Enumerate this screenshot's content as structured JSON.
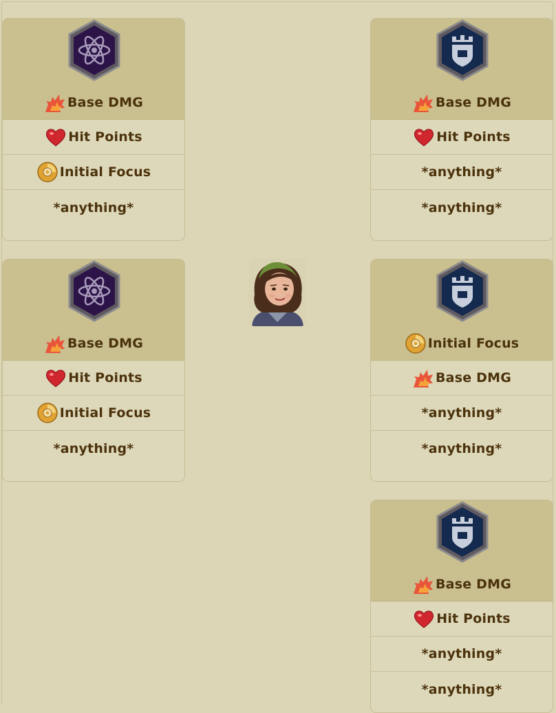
{
  "stats": {
    "base_dmg": "Base DMG",
    "hit_points": "Hit Points",
    "initial_focus": "Initial Focus",
    "anything": "*anything*"
  },
  "cards": [
    {
      "emblem": "atom-emblem-icon",
      "head": "Base DMG",
      "rows": [
        "Hit Points",
        "Initial Focus",
        "*anything*"
      ]
    },
    {
      "emblem": "castle-emblem-icon",
      "head": "Base DMG",
      "rows": [
        "Hit Points",
        "*anything*",
        "*anything*"
      ]
    },
    {
      "emblem": "atom-emblem-icon",
      "head": "Base DMG",
      "rows": [
        "Hit Points",
        "Initial Focus",
        "*anything*"
      ]
    },
    {
      "emblem": "castle-emblem-icon",
      "head": "Initial Focus",
      "rows": [
        "Base DMG",
        "*anything*",
        "*anything*"
      ]
    },
    {
      "emblem": "castle-emblem-icon",
      "head": "Base DMG",
      "rows": [
        "Hit Points",
        "*anything*",
        "*anything*"
      ]
    }
  ],
  "colors": {
    "background": "#dcd6b6",
    "card_header": "#c9bf8f",
    "text": "#4b320c",
    "atom_emblem": "#2c1448",
    "castle_emblem": "#142a4e"
  },
  "hero": {
    "icon": "hero-portrait-icon"
  }
}
